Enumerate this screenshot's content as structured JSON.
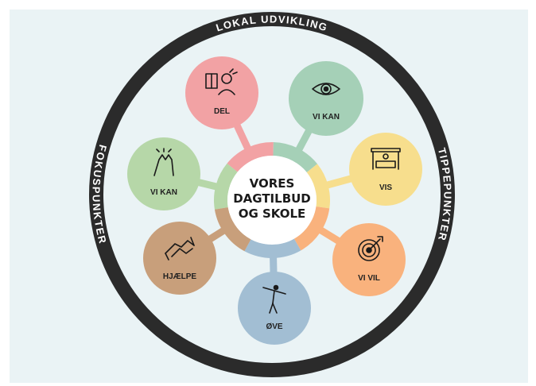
{
  "ring": {
    "top": "LOKAL UDVIKLING",
    "left": "FOKUSPUNKTER",
    "right": "TIPPEPUNKTER"
  },
  "center": {
    "lines": [
      "VORES",
      "DAGTILBUD",
      "OG SKOLE"
    ]
  },
  "nodes": [
    {
      "key": "del",
      "label": "DEL",
      "color": "#f2a2a4",
      "icon": "people-reading-icon"
    },
    {
      "key": "vi-kan-top",
      "label": "VI KAN",
      "color": "#a5d0b7",
      "icon": "eye-icon"
    },
    {
      "key": "vis",
      "label": "VIS",
      "color": "#f7de8d",
      "icon": "stage-icon"
    },
    {
      "key": "vi-vil",
      "label": "VI VIL",
      "color": "#f9b27d",
      "icon": "target-icon"
    },
    {
      "key": "ove",
      "label": "ØVE",
      "color": "#a2bed3",
      "icon": "balance-person-icon"
    },
    {
      "key": "hjaelpe",
      "label": "HJÆLPE",
      "color": "#c89f7b",
      "icon": "handshake-icon"
    },
    {
      "key": "vi-kan-left",
      "label": "VI KAN",
      "color": "#b6d7a8",
      "icon": "high-five-icon"
    }
  ],
  "colors": {
    "background": "#eaf3f5",
    "ring": "#2b2b2b"
  }
}
